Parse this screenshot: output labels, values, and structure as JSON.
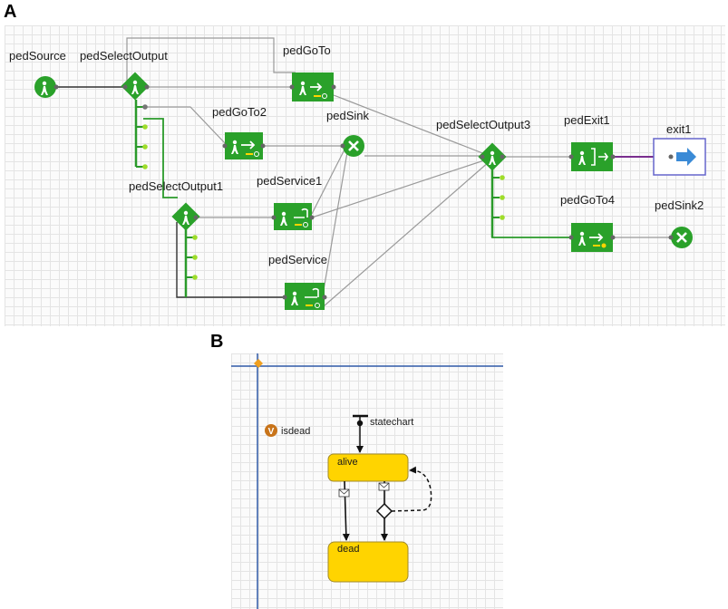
{
  "panels": {
    "a_label": "A",
    "b_label": "B"
  },
  "flowchart": {
    "blocks": {
      "pedSource": "pedSource",
      "pedSelectOutput": "pedSelectOutput",
      "pedGoTo": "pedGoTo",
      "pedGoTo2": "pedGoTo2",
      "pedSink": "pedSink",
      "pedSelectOutput1": "pedSelectOutput1",
      "pedService1": "pedService1",
      "pedService": "pedService",
      "pedSelectOutput3": "pedSelectOutput3",
      "pedExit1": "pedExit1",
      "exit1": "exit1",
      "pedGoTo4": "pedGoTo4",
      "pedSink2": "pedSink2"
    },
    "colors": {
      "block": "#2aa12a",
      "link": "#9a9a9a",
      "exit_border": "#6666cc",
      "exit_arrow": "#3a8ad6",
      "exit_link": "#7a2e8e"
    }
  },
  "statechart": {
    "variable": "isdead",
    "variable_icon": "V",
    "entry": "statechart",
    "states": {
      "alive": "alive",
      "dead": "dead"
    },
    "colors": {
      "state_fill": "#ffd400",
      "state_border": "#a08a2a",
      "variable_icon": "#c8741a",
      "axis": "#2f5aa8"
    }
  }
}
